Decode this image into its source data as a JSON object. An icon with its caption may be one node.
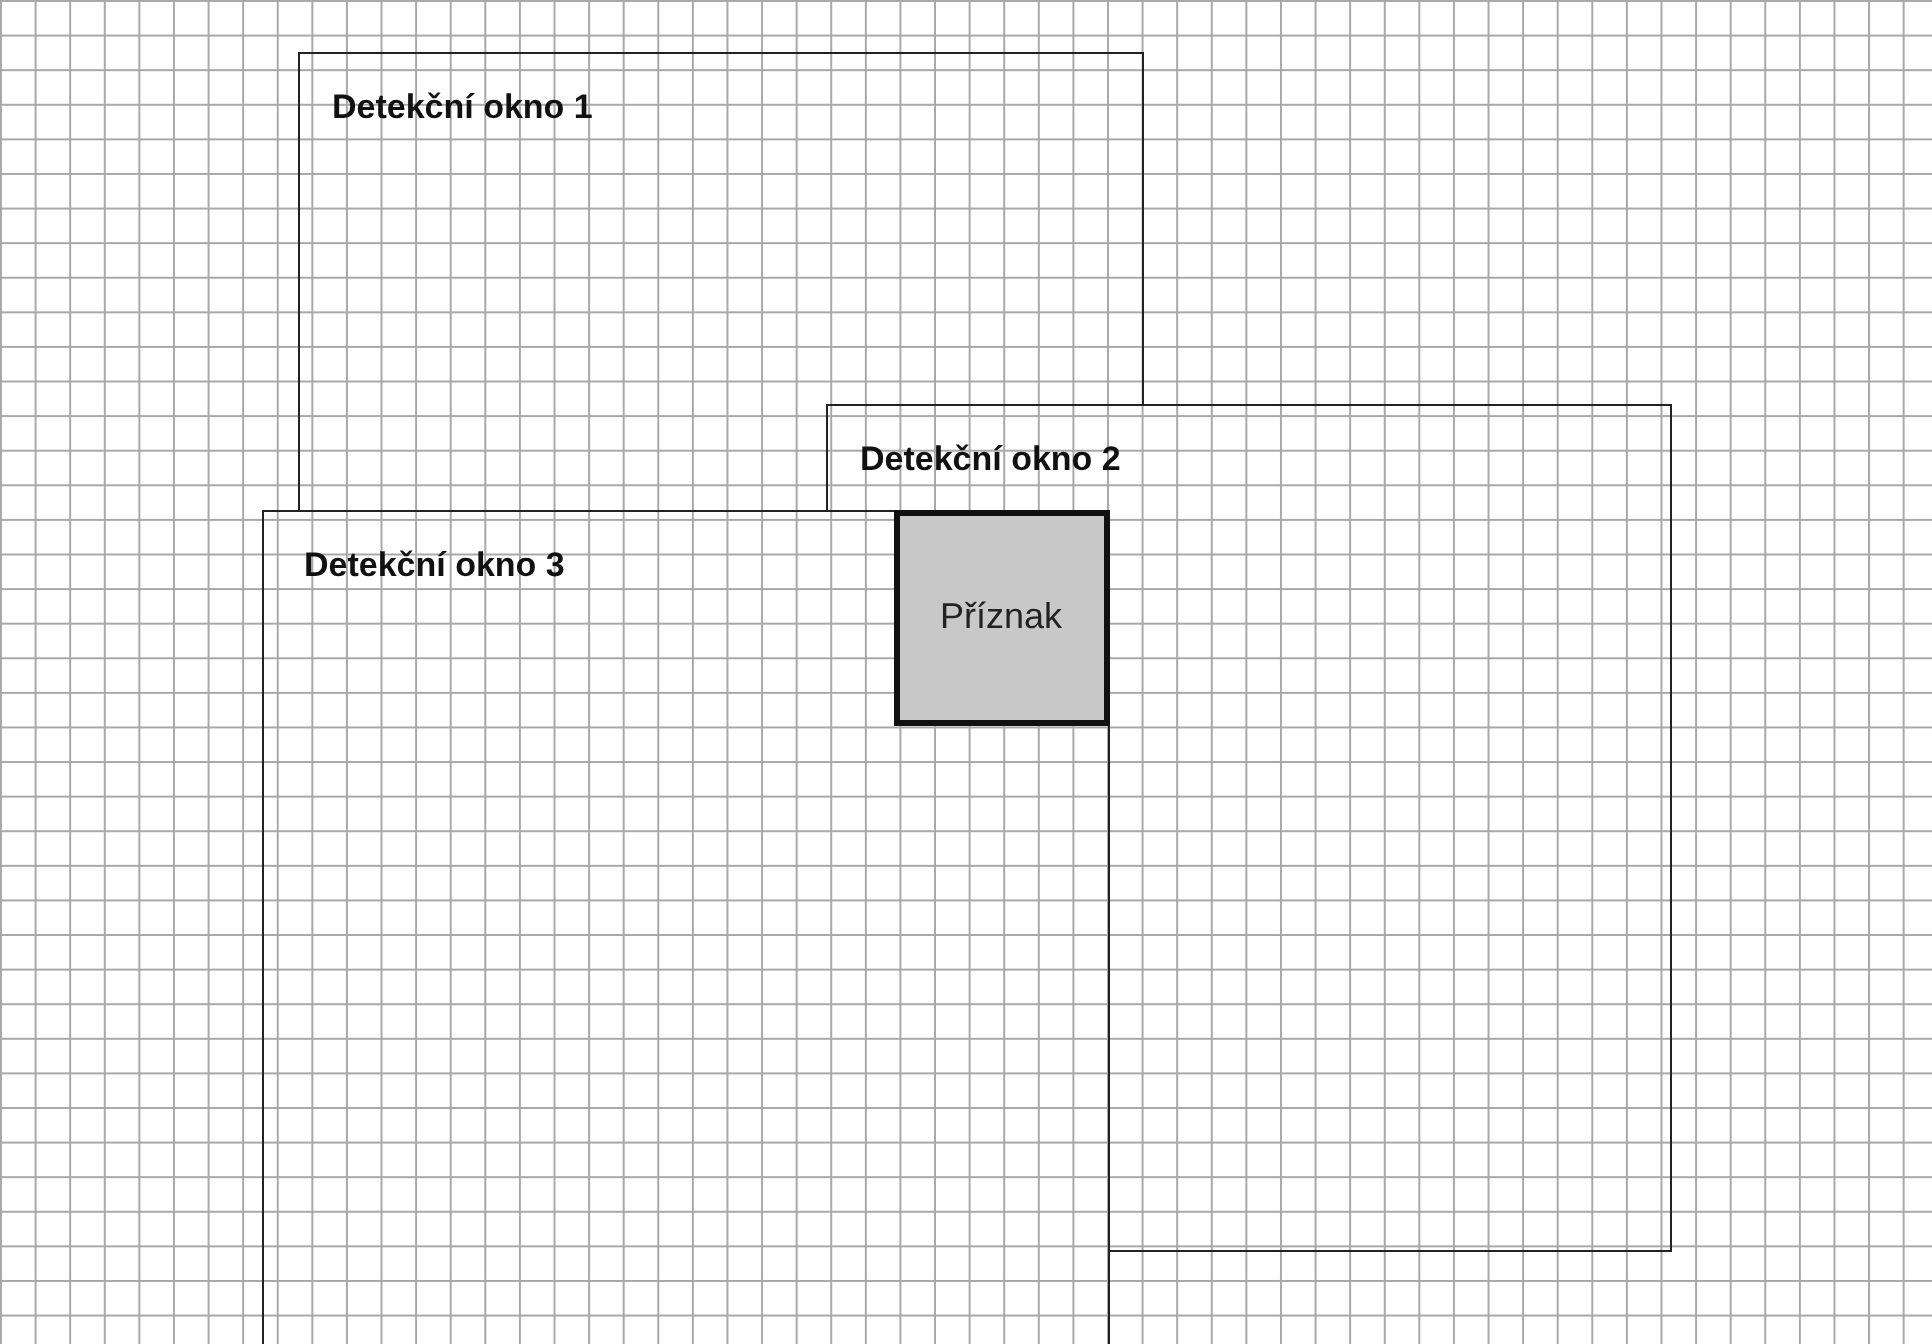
{
  "diagram": {
    "nodes": [
      {
        "text": [
          "Detekční okno 1"
        ]
      },
      {
        "text": [
          "Detekční okno 2"
        ]
      },
      {
        "text": [
          "Detekční okno 3"
        ]
      },
      {
        "text": [
          "Příznak"
        ],
        "in": 2
      }
    ]
  }
}
